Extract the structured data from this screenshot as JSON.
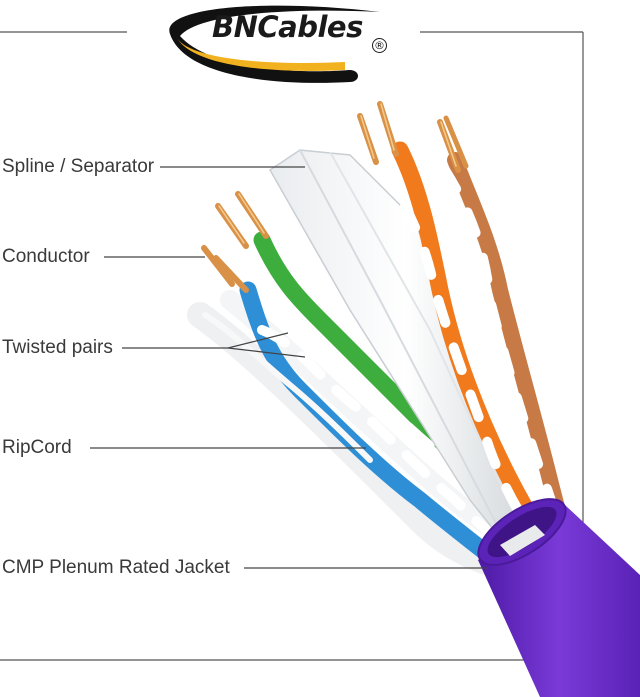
{
  "logo": {
    "text": "BNCables",
    "reg": "®"
  },
  "labels": {
    "spline": "Spline / Separator",
    "conductor": "Conductor",
    "twisted": "Twisted pairs",
    "ripcord": "RipCord",
    "jacket": "CMP Plenum Rated Jacket"
  },
  "colors": {
    "jacket": "#6a2fc4",
    "orange": "#f07a1c",
    "brown": "#c77a45",
    "green": "#3dae3d",
    "blue": "#2f8fd6",
    "copper": "#d89146",
    "leader": "#444444",
    "logo_swoosh": "#f2b21f"
  }
}
